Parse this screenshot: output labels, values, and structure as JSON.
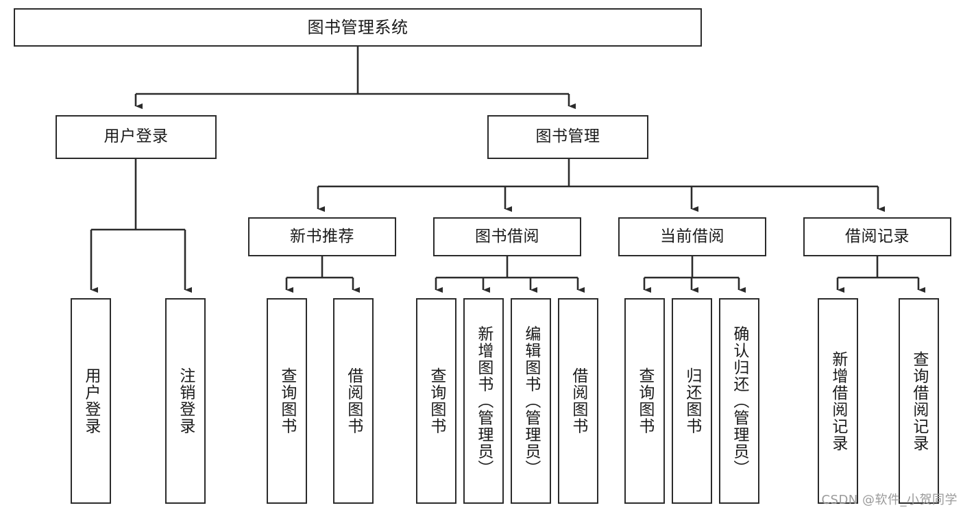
{
  "diagram": {
    "title": "图书管理系统",
    "type": "tree-hierarchy-chart",
    "stroke_color": "#2b2b2b",
    "background_color": "#ffffff",
    "text_color": "#1a1a1a",
    "nodes": {
      "root": {
        "label": "图书管理系统"
      },
      "level2": [
        {
          "label": "用户登录"
        },
        {
          "label": "图书管理"
        }
      ],
      "level3": [
        {
          "label": "新书推荐"
        },
        {
          "label": "图书借阅"
        },
        {
          "label": "当前借阅"
        },
        {
          "label": "借阅记录"
        }
      ],
      "leaves_user_login": [
        {
          "label": "用户登录"
        },
        {
          "label": "注销登录"
        }
      ],
      "leaves_new_book": [
        {
          "label": "查询图书"
        },
        {
          "label": "借阅图书"
        }
      ],
      "leaves_borrow": [
        {
          "label": "查询图书"
        },
        {
          "label": "新增图书（管理员）"
        },
        {
          "label": "编辑图书（管理员）"
        },
        {
          "label": "借阅图书"
        }
      ],
      "leaves_current": [
        {
          "label": "查询图书"
        },
        {
          "label": "归还图书"
        },
        {
          "label": "确认归还（管理员）"
        }
      ],
      "leaves_record": [
        {
          "label": "新增借阅记录"
        },
        {
          "label": "查询借阅记录"
        }
      ]
    }
  },
  "watermark": {
    "text": "CSDN @软件_小贺同学"
  }
}
